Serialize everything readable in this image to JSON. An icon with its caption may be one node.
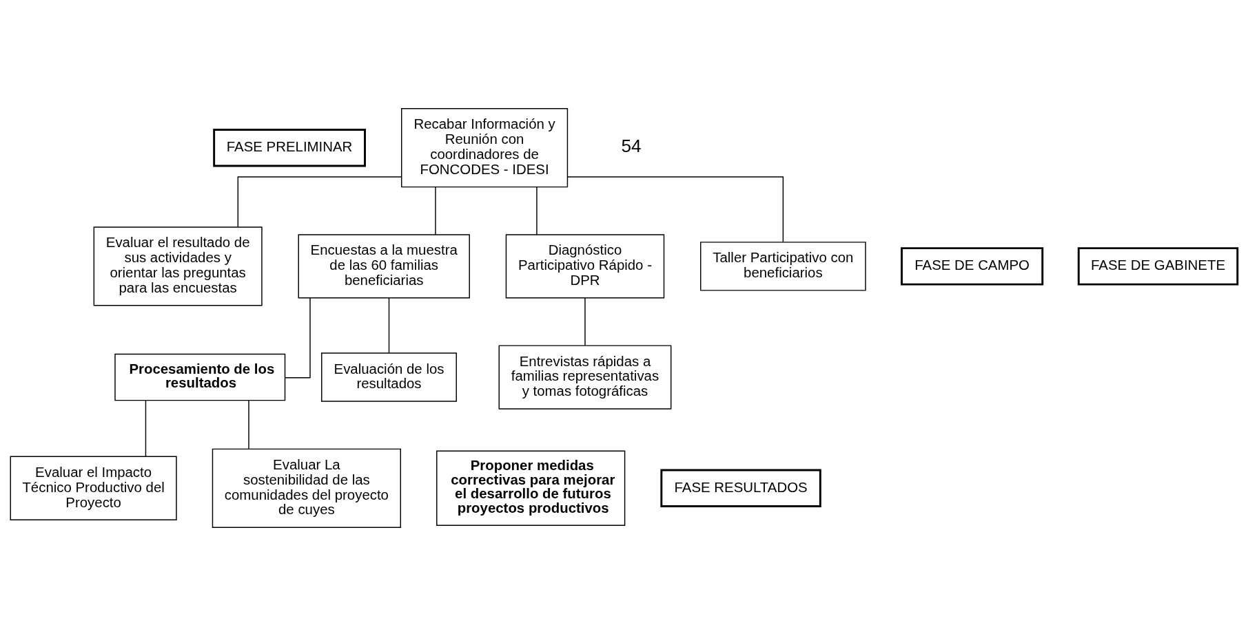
{
  "diagram": {
    "nodes": [
      {
        "text": [
          "FASE PRELIMINAR"
        ]
      },
      {
        "text": [
          "Recabar Información y Reunión con coordinadores de FONCODES - IDESI"
        ]
      },
      {
        "text": [
          "FASE DE CAMPO"
        ]
      },
      {
        "text": [
          "Evaluar el resultado de sus actividades y orientar las preguntas para las encuestas"
        ]
      },
      {
        "text": [
          "FASE DE GABINETE"
        ]
      },
      {
        "text": [
          "Encuestas a la muestra de las 60 familias beneficiarias"
        ]
      },
      {
        "text": [
          "Diagnóstico Participativo Rápido - DPR"
        ]
      },
      {
        "text": [
          "Taller Participativo con beneficiarios"
        ]
      },
      {
        "text": [
          "Procesamiento de los resultados"
        ]
      },
      {
        "text": [
          "Evaluación de los resultados"
        ]
      },
      {
        "text": [
          "Entrevistas rápidas a familias representativas y tomas fotográficas"
        ]
      },
      {
        "text": [
          "Evaluar el Impacto Técnico Productivo del Proyecto"
        ]
      },
      {
        "text": [
          "Evaluar La sostenibilidad de las comunidades del proyecto de cuyes"
        ]
      },
      {
        "text": [
          "Proponer medidas correctivas para mejorar el desarrollo de futuros proyectos productivos"
        ]
      },
      {
        "text": [
          "FASE RESULTADOS"
        ]
      }
    ],
    "edges": [
      {
        "from": 1,
        "to": 3,
        "arrow": "none"
      },
      {
        "from": 1,
        "to": 5,
        "arrow": "none"
      },
      {
        "from": 1,
        "to": 6,
        "arrow": "none"
      },
      {
        "from": 1,
        "to": 7,
        "arrow": "none"
      },
      {
        "from": 5,
        "to": 8,
        "arrow": "none"
      },
      {
        "from": 5,
        "to": 9,
        "arrow": "none"
      },
      {
        "from": 6,
        "to": 10,
        "arrow": "none"
      },
      {
        "from": 8,
        "to": 11,
        "arrow": "none"
      },
      {
        "from": 8,
        "to": 12,
        "arrow": "none"
      }
    ],
    "labels": [
      "54"
    ]
  }
}
